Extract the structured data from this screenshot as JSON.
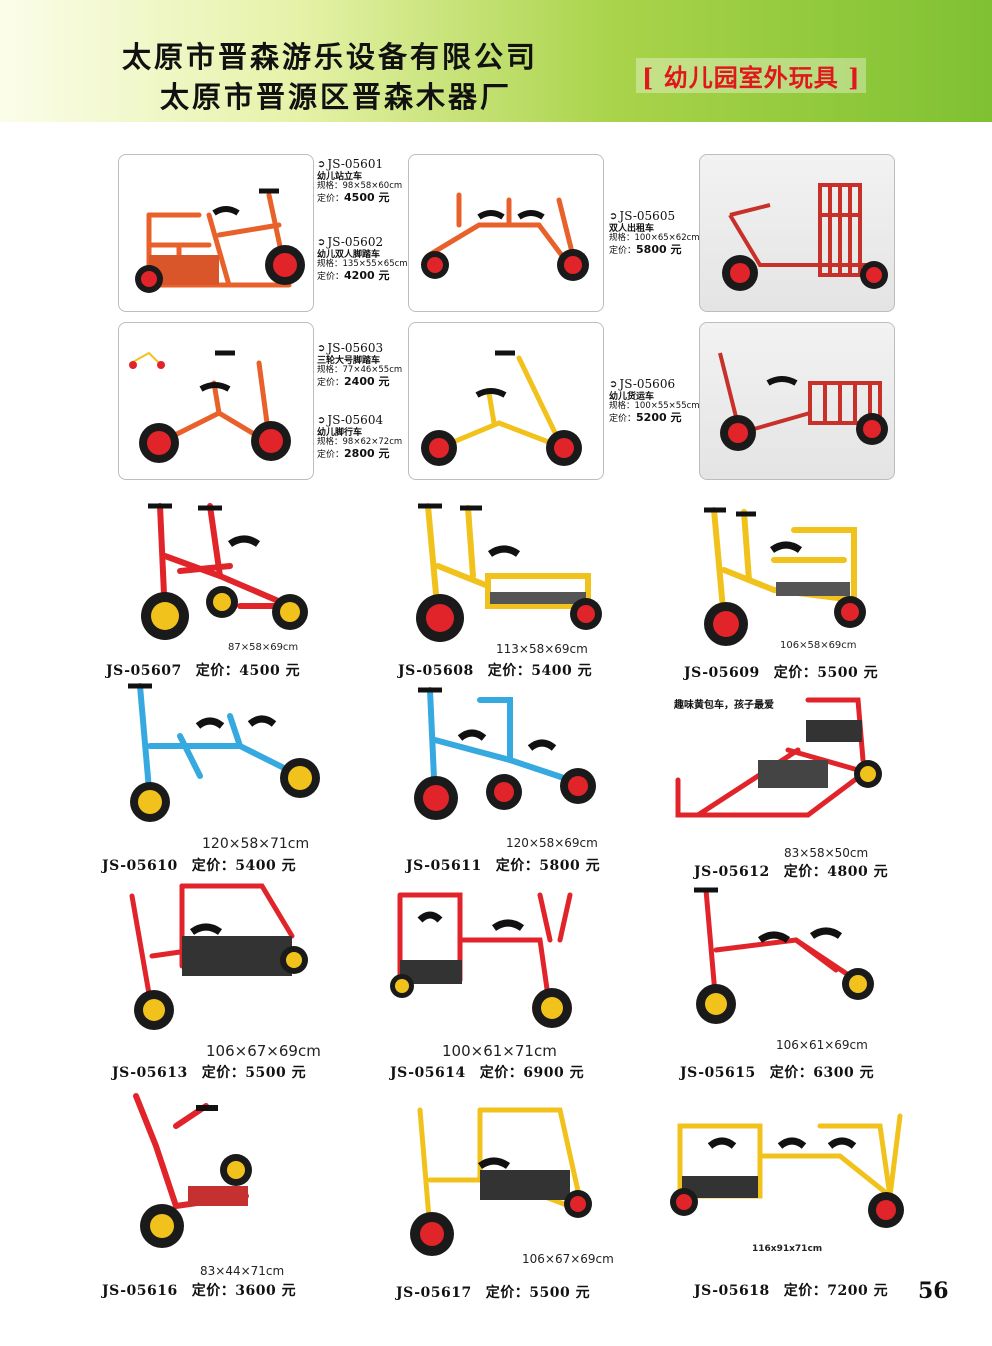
{
  "header": {
    "company_line1": "太原市晋森游乐设备有限公司",
    "company_line2": "太原市晋源区晋森木器厂",
    "category": "[ 幼儿园室外玩具 ]"
  },
  "colors": {
    "header_green": "#7fc132",
    "category_red": "#e0181e",
    "frame_orange": "#e8602a",
    "frame_red": "#e0242a",
    "frame_yellow": "#f2c21c",
    "frame_blue": "#36a9e1",
    "tyre_black": "#1a1a1a"
  },
  "catalog": [
    {
      "code": "JS-05601",
      "name": "幼儿站立车",
      "size": "规格：98×58×60cm",
      "price_label": "定价：",
      "price": "4500 元"
    },
    {
      "code": "JS-05602",
      "name": "幼儿双人脚踏车",
      "size": "规格：135×55×65cm",
      "price_label": "定价：",
      "price": "4200 元"
    },
    {
      "code": "JS-05605",
      "name": "双人出租车",
      "size": "规格：100×65×62cm",
      "price_label": "定价：",
      "price": "5800 元"
    },
    {
      "code": "JS-05603",
      "name": "三轮大号脚踏车",
      "size": "规格：77×46×55cm",
      "price_label": "定价：",
      "price": "2400 元"
    },
    {
      "code": "JS-05604",
      "name": "幼儿脚行车",
      "size": "规格：98×62×72cm",
      "price_label": "定价：",
      "price": "2800 元"
    },
    {
      "code": "JS-05606",
      "name": "幼儿货运车",
      "size": "规格：100×55×55cm",
      "price_label": "定价：",
      "price": "5200 元"
    }
  ],
  "products": [
    {
      "code": "JS-05607",
      "price_label": "定价：",
      "price": "4500 元",
      "dims": "87×58×69cm"
    },
    {
      "code": "JS-05608",
      "price_label": "定价：",
      "price": "5400 元",
      "dims": "113×58×69cm"
    },
    {
      "code": "JS-05609",
      "price_label": "定价：",
      "price": "5500 元",
      "dims": "106×58×69cm"
    },
    {
      "code": "JS-05610",
      "price_label": "定价：",
      "price": "5400 元",
      "dims": "120×58×71cm"
    },
    {
      "code": "JS-05611",
      "price_label": "定价：",
      "price": "5800 元",
      "dims": "120×58×69cm"
    },
    {
      "code": "JS-05612",
      "price_label": "定价：",
      "price": "4800 元",
      "dims": "83×58×50cm",
      "promo": "趣味黄包车，孩子最爱"
    },
    {
      "code": "JS-05613",
      "price_label": "定价：",
      "price": "5500 元",
      "dims": "106×67×69cm"
    },
    {
      "code": "JS-05614",
      "price_label": "定价：",
      "price": "6900 元",
      "dims": "100×61×71cm"
    },
    {
      "code": "JS-05615",
      "price_label": "定价：",
      "price": "6300 元",
      "dims": "106×61×69cm"
    },
    {
      "code": "JS-05616",
      "price_label": "定价：",
      "price": "3600 元",
      "dims": "83×44×71cm"
    },
    {
      "code": "JS-05617",
      "price_label": "定价：",
      "price": "5500 元",
      "dims": "106×67×69cm"
    },
    {
      "code": "JS-05618",
      "price_label": "定价：",
      "price": "7200 元",
      "dims": "116x91x71cm"
    }
  ],
  "page_number": "56"
}
